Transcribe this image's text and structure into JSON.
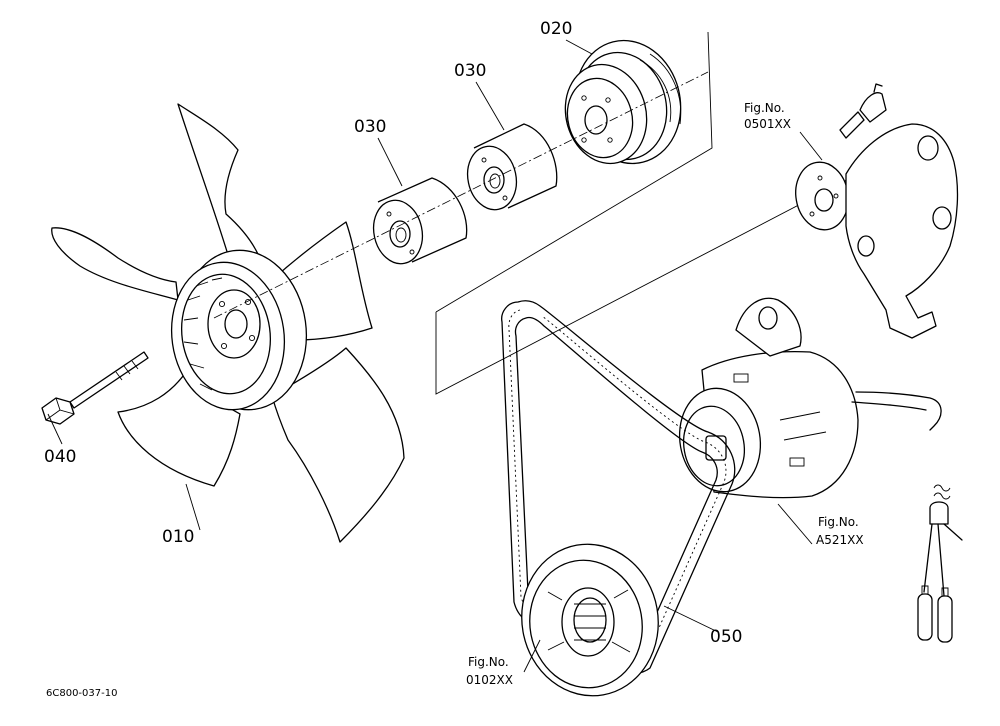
{
  "diagram": {
    "drawing_code": "6C800-037-10",
    "parts": [
      {
        "id": "fan",
        "label": "010"
      },
      {
        "id": "pulley",
        "label": "020"
      },
      {
        "id": "spacer-upper",
        "label": "030"
      },
      {
        "id": "spacer-lower",
        "label": "030"
      },
      {
        "id": "bolt",
        "label": "040"
      },
      {
        "id": "v-belt",
        "label": "050"
      }
    ],
    "references": [
      {
        "id": "water-pump",
        "prefix": "Fig.No.",
        "number": "0501XX"
      },
      {
        "id": "alternator",
        "prefix": "Fig.No.",
        "number": "A521XX"
      },
      {
        "id": "crank-pulley",
        "prefix": "Fig.No.",
        "number": "0102XX"
      }
    ]
  }
}
